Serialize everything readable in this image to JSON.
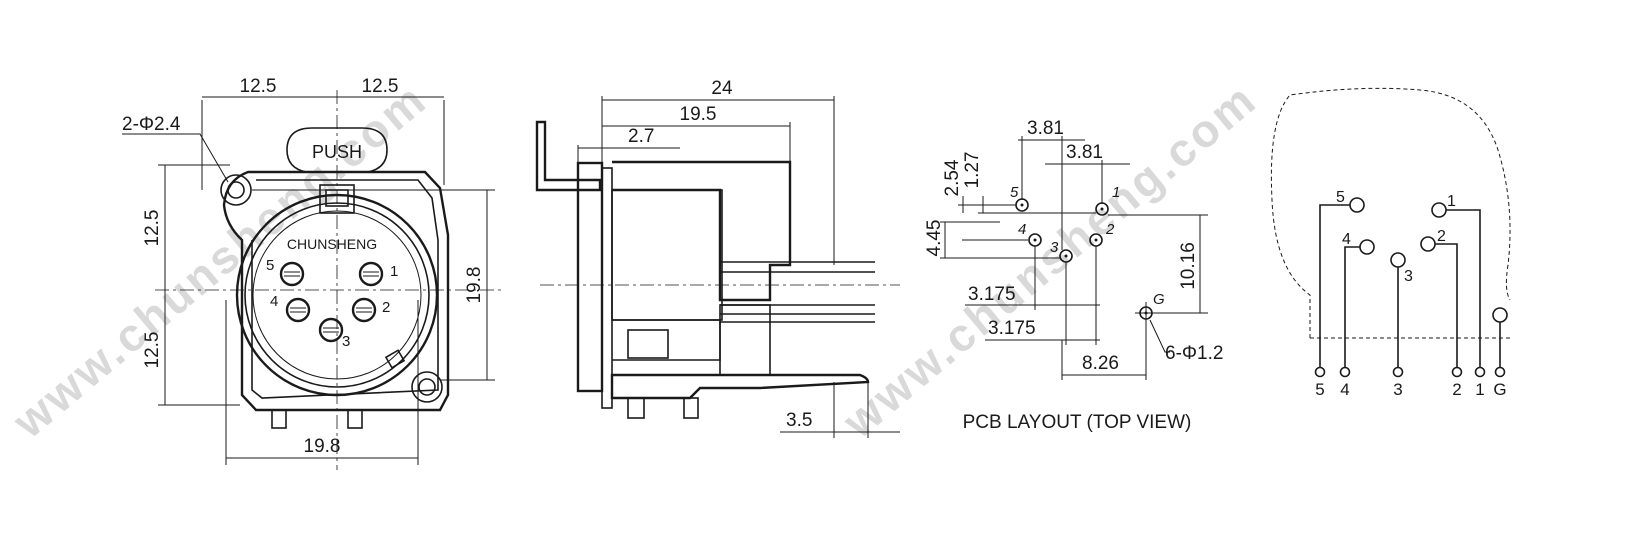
{
  "front_view": {
    "dims": {
      "top_left": "12.5",
      "top_right": "12.5",
      "hole": "2-Φ2.4",
      "left_upper": "12.5",
      "left_lower": "12.5",
      "height": "19.8",
      "bottom": "19.8"
    },
    "push_label": "PUSH",
    "brand": "CHUNSHENG",
    "pins": [
      "5",
      "1",
      "4",
      "2",
      "3"
    ]
  },
  "side_view": {
    "dims": {
      "overall": "24",
      "body": "19.5",
      "flange": "2.7",
      "pin_offset": "3.5"
    }
  },
  "pcb_layout": {
    "dims": {
      "d381_a": "3.81",
      "d381_b": "3.81",
      "d254": "2.54",
      "d127": "1.27",
      "d445": "4.45",
      "d1016": "10.16",
      "d3175_a": "3.175",
      "d3175_b": "3.175",
      "d826": "8.26",
      "holes": "6-Φ1.2"
    },
    "pins": [
      "5",
      "1",
      "4",
      "2",
      "3",
      "G"
    ],
    "caption": "PCB LAYOUT (TOP VIEW)"
  },
  "schematic": {
    "top_pins": [
      "5",
      "4",
      "3",
      "2",
      "1"
    ],
    "bottom_pins": [
      "5",
      "4",
      "3",
      "2",
      "1",
      "G"
    ]
  },
  "watermark": "www.chunsheng.com"
}
